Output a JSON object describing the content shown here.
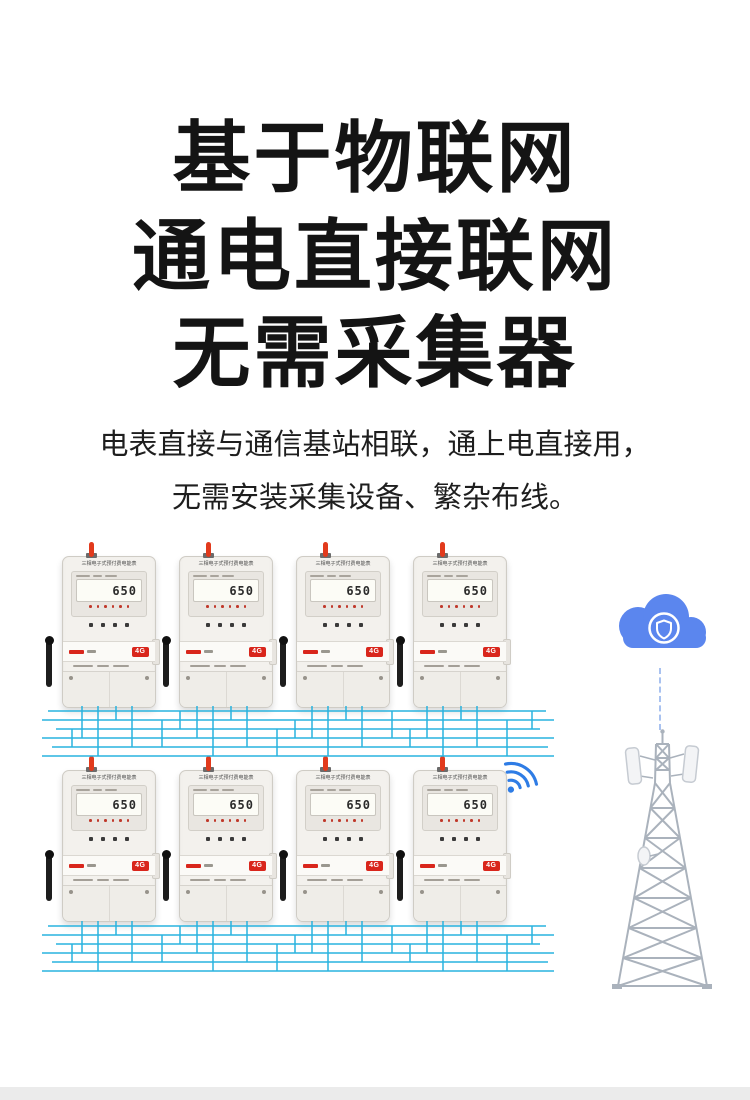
{
  "headline": {
    "line1": "基于物联网",
    "line2": "通电直接联网",
    "line3": "无需采集器"
  },
  "subtitle": {
    "line1": "电表直接与通信基站相联，通上电直接用，",
    "line2": "无需安装采集设备、繁杂布线。"
  },
  "meter": {
    "title": "三相电子式预付费电能表",
    "display_value": "650",
    "badge_4g": "4G"
  },
  "colors": {
    "wire": "#29b3df",
    "cloud": "#5b86ee",
    "antenna_red": "#e23a1c",
    "badge_red": "#d9261c",
    "tower_gray": "#aab2bc",
    "wifi_blue": "#2e7ce5"
  }
}
